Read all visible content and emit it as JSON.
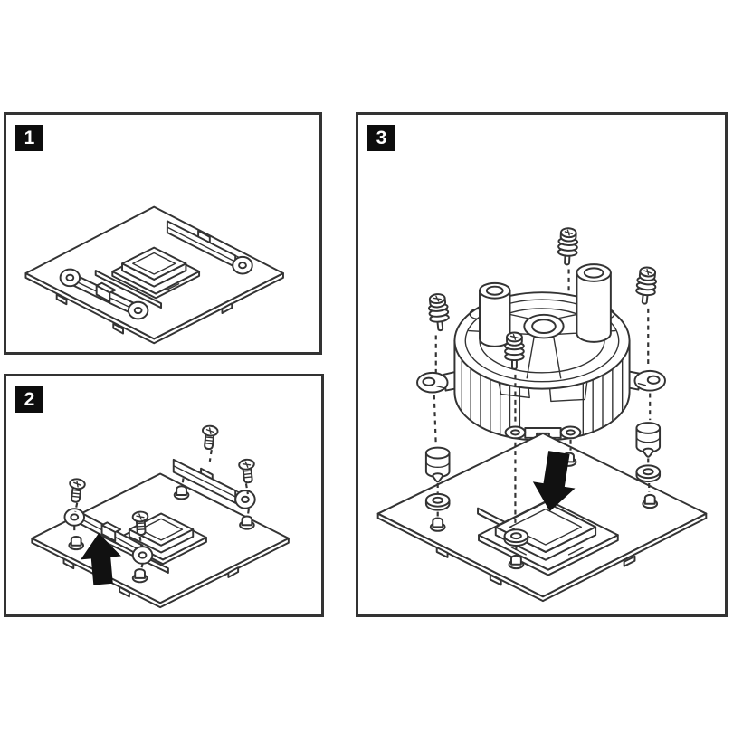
{
  "document": {
    "type": "cpu-cooler-installation-diagram",
    "background": "#ffffff"
  },
  "style": {
    "panel_border": "#333333",
    "line": "#333333",
    "arrow": "#111111",
    "badge_bg": "#0d0d0d",
    "badge_fg": "#ffffff"
  },
  "panels": [
    {
      "label": "1",
      "name": "step-1",
      "illustration": "motherboard-with-stock-retention-brackets",
      "parts": [
        "motherboard",
        "cpu",
        "retention-bracket-top",
        "retention-bracket-bottom"
      ]
    },
    {
      "label": "2",
      "name": "step-2",
      "illustration": "unscrew-and-remove-retention-brackets",
      "arrow_direction": "up",
      "parts": [
        "motherboard",
        "cpu",
        "retention-bracket-top",
        "retention-bracket-bottom",
        "screw",
        "nut",
        "up-arrow"
      ]
    },
    {
      "label": "3",
      "name": "step-3",
      "illustration": "mount-pump-block-onto-cpu",
      "arrow_direction": "down",
      "parts": [
        "pump-block",
        "spring-screw",
        "standoff",
        "washer",
        "nut",
        "motherboard",
        "cpu",
        "down-arrow"
      ]
    }
  ]
}
